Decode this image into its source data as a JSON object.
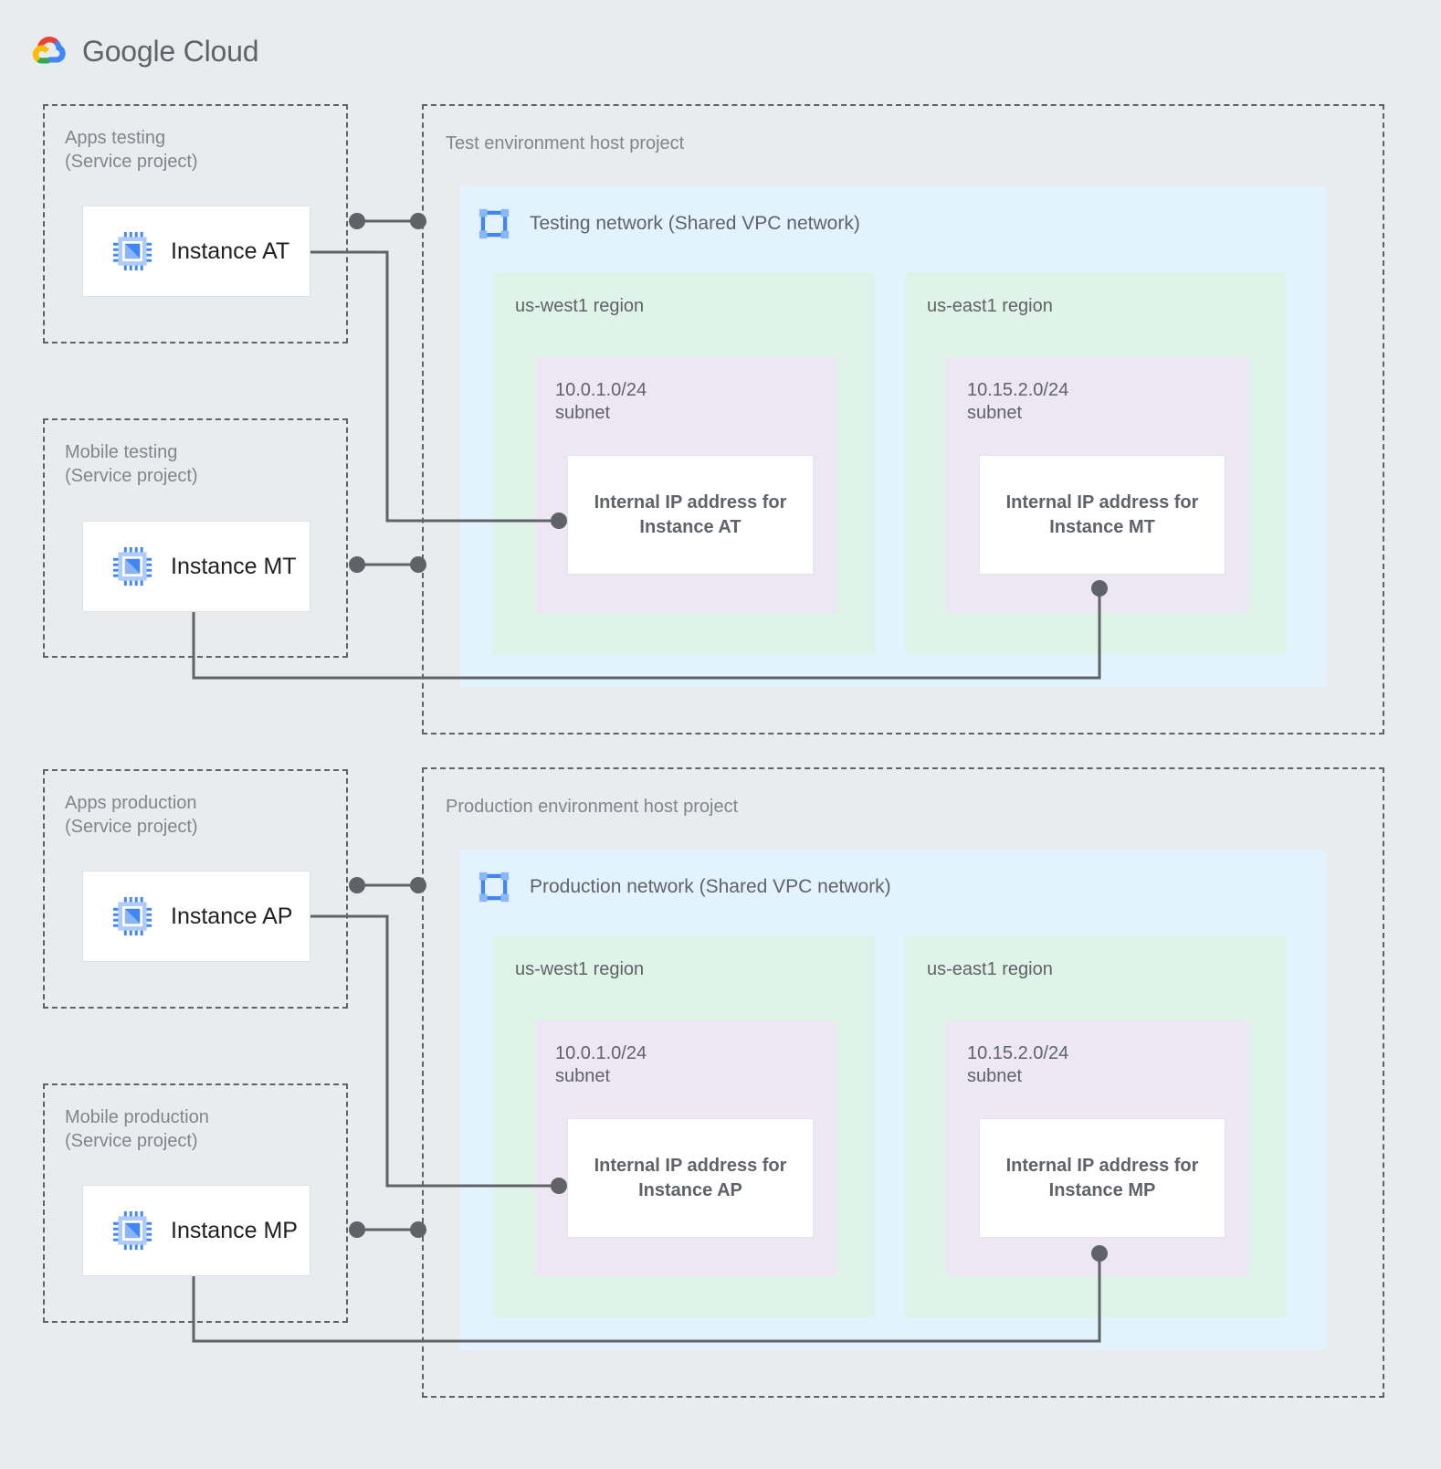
{
  "brand": {
    "name": "Google Cloud",
    "logo_icon": "google-cloud-logo",
    "colors": {
      "red": "#ea4335",
      "yellow": "#fbbc04",
      "green": "#34a853",
      "blue": "#4285f4",
      "text": "#5f6368"
    }
  },
  "palette": {
    "canvas": "#e8ecee",
    "network": "#e3f3fd",
    "region": "#dff3e9",
    "subnet": "#ece7f3",
    "card": "#ffffff",
    "stroke": "#5f6368",
    "label": "#80868b"
  },
  "service_projects": [
    {
      "id": "apps-testing",
      "title": "Apps testing\n(Service project)",
      "instance": {
        "label": "Instance AT",
        "icon": "cpu-chip-icon"
      }
    },
    {
      "id": "mobile-testing",
      "title": "Mobile testing\n(Service project)",
      "instance": {
        "label": "Instance MT",
        "icon": "cpu-chip-icon"
      }
    },
    {
      "id": "apps-production",
      "title": "Apps production\n(Service project)",
      "instance": {
        "label": "Instance AP",
        "icon": "cpu-chip-icon"
      }
    },
    {
      "id": "mobile-production",
      "title": "Mobile production\n(Service project)",
      "instance": {
        "label": "Instance MP",
        "icon": "cpu-chip-icon"
      }
    }
  ],
  "host_projects": [
    {
      "id": "test-env",
      "title": "Test environment host project",
      "network": {
        "name": "Testing network (Shared VPC network)",
        "icon": "vpc-network-icon"
      },
      "regions": [
        {
          "name": "us-west1 region",
          "subnet": {
            "cidr": "10.0.1.0/24\nsubnet",
            "ip_box": "Internal IP address for\nInstance AT"
          }
        },
        {
          "name": "us-east1 region",
          "subnet": {
            "cidr": "10.15.2.0/24\nsubnet",
            "ip_box": "Internal IP address for\nInstance MT"
          }
        }
      ]
    },
    {
      "id": "prod-env",
      "title": "Production environment host project",
      "network": {
        "name": "Production network (Shared VPC network)",
        "icon": "vpc-network-icon"
      },
      "regions": [
        {
          "name": "us-west1 region",
          "subnet": {
            "cidr": "10.0.1.0/24\nsubnet",
            "ip_box": "Internal IP address for\nInstance AP"
          }
        },
        {
          "name": "us-east1 region",
          "subnet": {
            "cidr": "10.15.2.0/24\nsubnet",
            "ip_box": "Internal IP address for\nInstance MP"
          }
        }
      ]
    }
  ]
}
